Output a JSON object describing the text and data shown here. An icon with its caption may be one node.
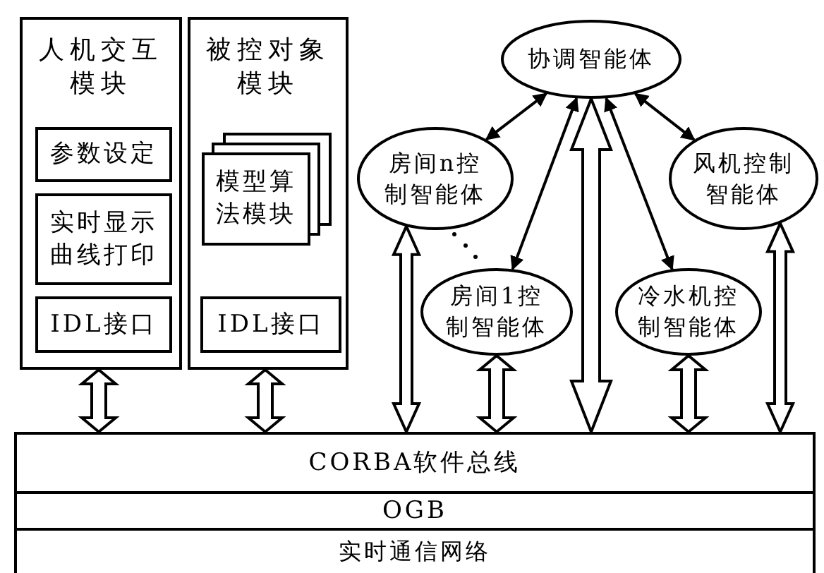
{
  "diagram": {
    "nodes": [
      {
        "text": [
          "人机交互模块"
        ]
      },
      {
        "text": [
          "参数设定"
        ],
        "in": 0
      },
      {
        "text": [
          "实时显示曲线打印"
        ],
        "in": 0
      },
      {
        "text": [
          "IDL接口"
        ],
        "in": 0
      },
      {
        "text": [
          "被控对象模块"
        ]
      },
      {
        "text": [
          "模型算法模块"
        ],
        "in": 4
      },
      {
        "text": [
          "IDL接口"
        ],
        "in": 4
      },
      {
        "text": [
          "协调智能体"
        ]
      },
      {
        "text": [
          "房间n控制智能体"
        ]
      },
      {
        "text": [
          "房间1控制智能体"
        ]
      },
      {
        "text": [
          "冷水机控制智能体"
        ]
      },
      {
        "text": [
          "风机控制智能体"
        ]
      },
      {
        "text": [
          "CORBA软件总线"
        ]
      },
      {
        "text": [
          "OGB"
        ]
      },
      {
        "text": [
          "实时通信网络"
        ]
      }
    ],
    "edges": [
      {
        "from": 0,
        "to": 12,
        "arrow": "both",
        "style": "thick"
      },
      {
        "from": 4,
        "to": 12,
        "arrow": "both",
        "style": "thick"
      },
      {
        "from": 7,
        "to": 8,
        "arrow": "both"
      },
      {
        "from": 7,
        "to": 9,
        "arrow": "both"
      },
      {
        "from": 7,
        "to": 10,
        "arrow": "both"
      },
      {
        "from": 7,
        "to": 11,
        "arrow": "both"
      },
      {
        "from": 8,
        "to": 12,
        "arrow": "both",
        "style": "thick"
      },
      {
        "from": 9,
        "to": 12,
        "arrow": "both",
        "style": "thick"
      },
      {
        "from": 7,
        "to": 12,
        "arrow": "both",
        "style": "thick"
      },
      {
        "from": 10,
        "to": 12,
        "arrow": "both",
        "style": "thick"
      },
      {
        "from": 11,
        "to": 12,
        "arrow": "both",
        "style": "thick"
      }
    ]
  }
}
